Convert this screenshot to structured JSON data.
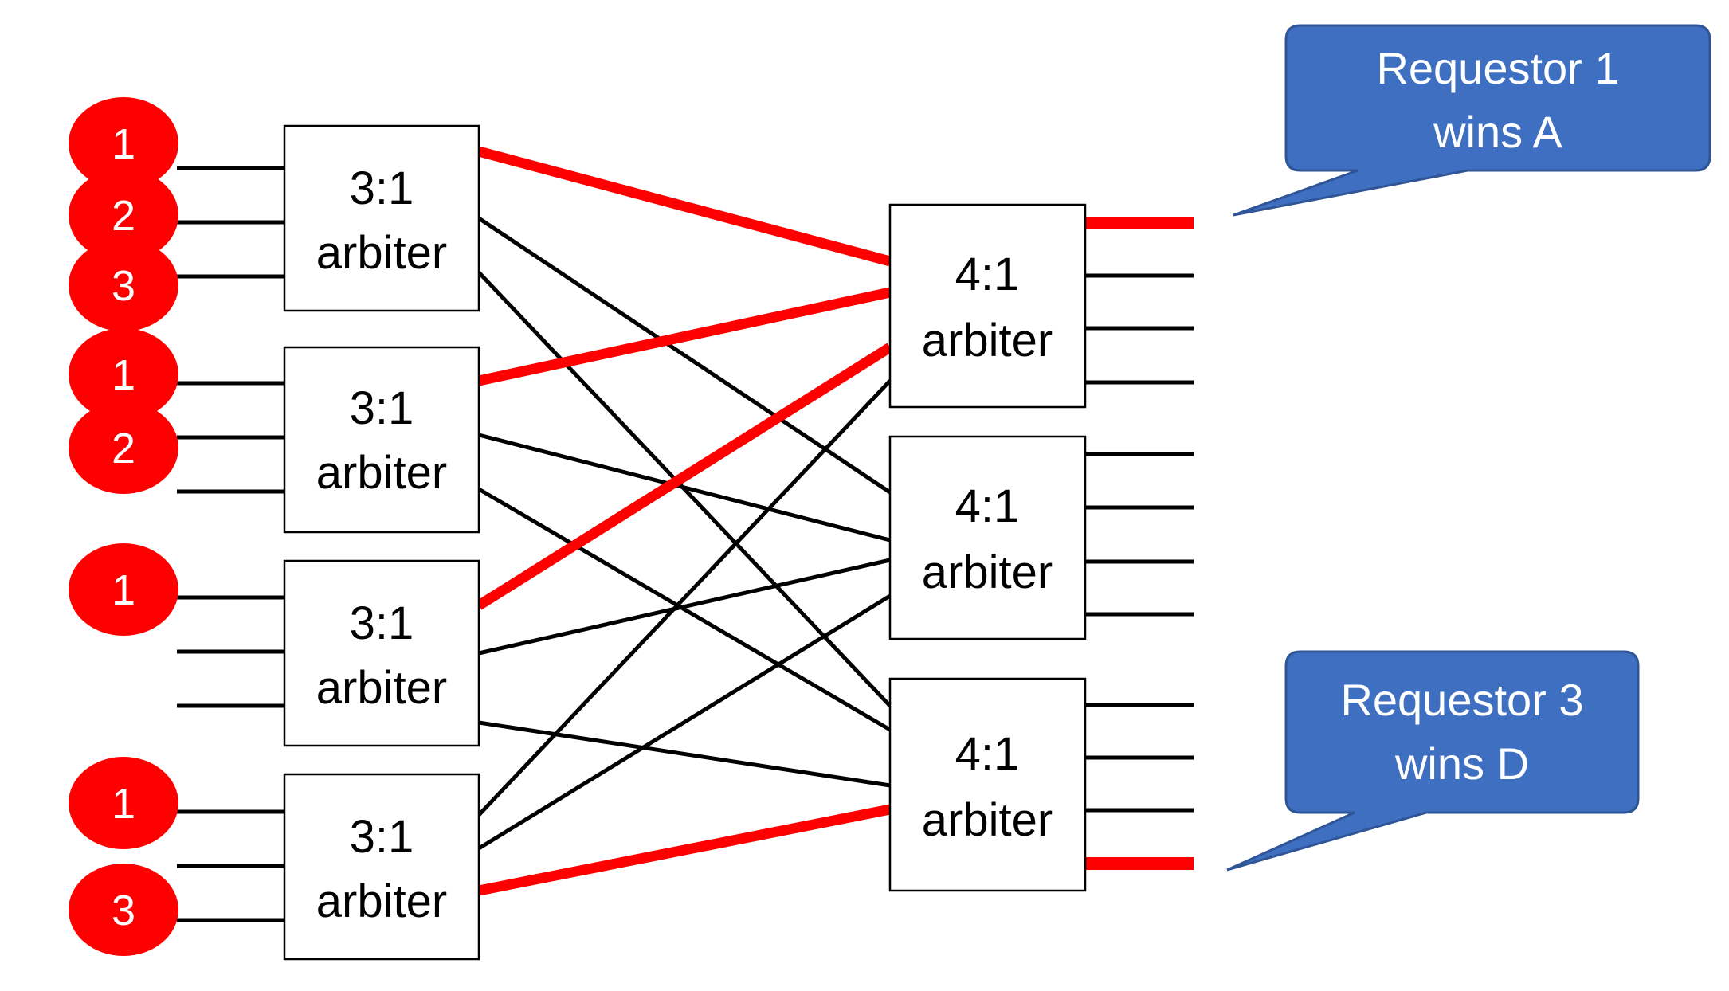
{
  "colors": {
    "grant": "#ff0000",
    "requestor_fill": "#ff0000",
    "callout_fill": "#3f6fc0",
    "callout_stroke": "#2f5597",
    "wire": "#000000"
  },
  "stage1": {
    "arbiters": [
      {
        "ratio": "3:1",
        "label": "arbiter"
      },
      {
        "ratio": "3:1",
        "label": "arbiter"
      },
      {
        "ratio": "3:1",
        "label": "arbiter"
      },
      {
        "ratio": "3:1",
        "label": "arbiter"
      }
    ]
  },
  "stage2": {
    "arbiters": [
      {
        "ratio": "4:1",
        "label": "arbiter"
      },
      {
        "ratio": "4:1",
        "label": "arbiter"
      },
      {
        "ratio": "4:1",
        "label": "arbiter"
      }
    ]
  },
  "requestors": [
    {
      "group": 0,
      "input": 0,
      "label": "1"
    },
    {
      "group": 0,
      "input": 1,
      "label": "2"
    },
    {
      "group": 0,
      "input": 2,
      "label": "3"
    },
    {
      "group": 1,
      "input": 0,
      "label": "1"
    },
    {
      "group": 1,
      "input": 1,
      "label": "2"
    },
    {
      "group": 2,
      "input": 0,
      "label": "1"
    },
    {
      "group": 3,
      "input": 0,
      "label": "1"
    },
    {
      "group": 3,
      "input": 2,
      "label": "3"
    }
  ],
  "connections": [
    {
      "from": 0,
      "to": 0,
      "granted": true
    },
    {
      "from": 0,
      "to": 1,
      "granted": false
    },
    {
      "from": 0,
      "to": 2,
      "granted": false
    },
    {
      "from": 1,
      "to": 0,
      "granted": true
    },
    {
      "from": 1,
      "to": 1,
      "granted": false
    },
    {
      "from": 1,
      "to": 2,
      "granted": false
    },
    {
      "from": 2,
      "to": 0,
      "granted": true
    },
    {
      "from": 2,
      "to": 1,
      "granted": false
    },
    {
      "from": 2,
      "to": 2,
      "granted": false
    },
    {
      "from": 3,
      "to": 0,
      "granted": false
    },
    {
      "from": 3,
      "to": 1,
      "granted": false
    },
    {
      "from": 3,
      "to": 2,
      "granted": true
    }
  ],
  "outputs": [
    {
      "arbiter": 0,
      "granted": [
        true,
        false,
        false,
        false
      ]
    },
    {
      "arbiter": 1,
      "granted": [
        false,
        false,
        false,
        false
      ]
    },
    {
      "arbiter": 2,
      "granted": [
        false,
        false,
        false,
        true
      ]
    }
  ],
  "callouts": [
    {
      "line1": "Requestor 1",
      "line2": "wins A"
    },
    {
      "line1": "Requestor 3",
      "line2": "wins D"
    }
  ]
}
